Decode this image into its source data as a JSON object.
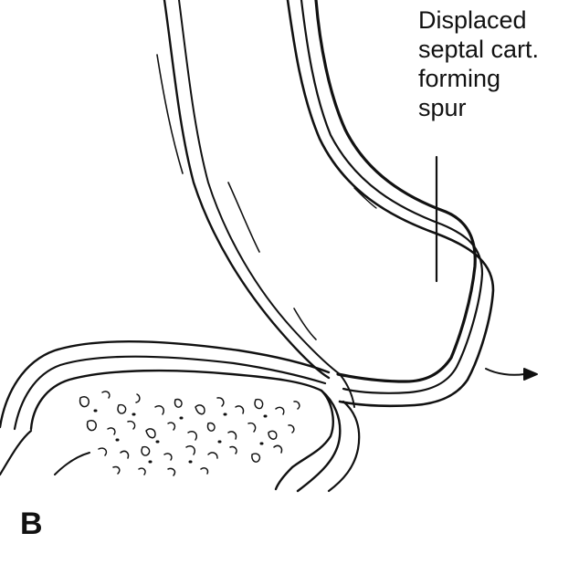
{
  "diagram": {
    "annotation": {
      "lines": [
        "Displaced",
        "septal cart.",
        "forming",
        "spur"
      ]
    },
    "panel_label": "B"
  }
}
